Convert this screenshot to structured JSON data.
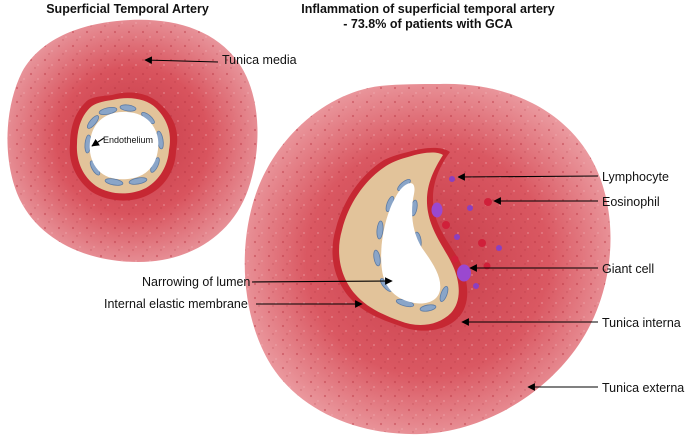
{
  "titles": {
    "left": "Superficial Temporal Artery",
    "right_line1": "Inflammation of superficial temporal artery",
    "right_line2": "- 73.8% of patients with GCA"
  },
  "labels": {
    "tunica_media": "Tunica media",
    "endothelium": "Endothelium",
    "lymphocyte": "Lymphocyte",
    "eosinophil": "Eosinophil",
    "giant_cell": "Giant cell",
    "narrowing_of_lumen": "Narrowing of lumen",
    "internal_elastic_membrane": "Internal elastic membrane",
    "tunica_interna": "Tunica interna",
    "tunica_externa": "Tunica externa"
  },
  "colors": {
    "outer_tissue": "#d9545e",
    "outer_tissue_light": "#e58a90",
    "elastic_membrane": "#c62833",
    "intima": "#e2c39a",
    "endothelial_cells": "#8aa5c8",
    "lymphocyte": "#8b3fc0",
    "eosinophil": "#d0203a"
  }
}
